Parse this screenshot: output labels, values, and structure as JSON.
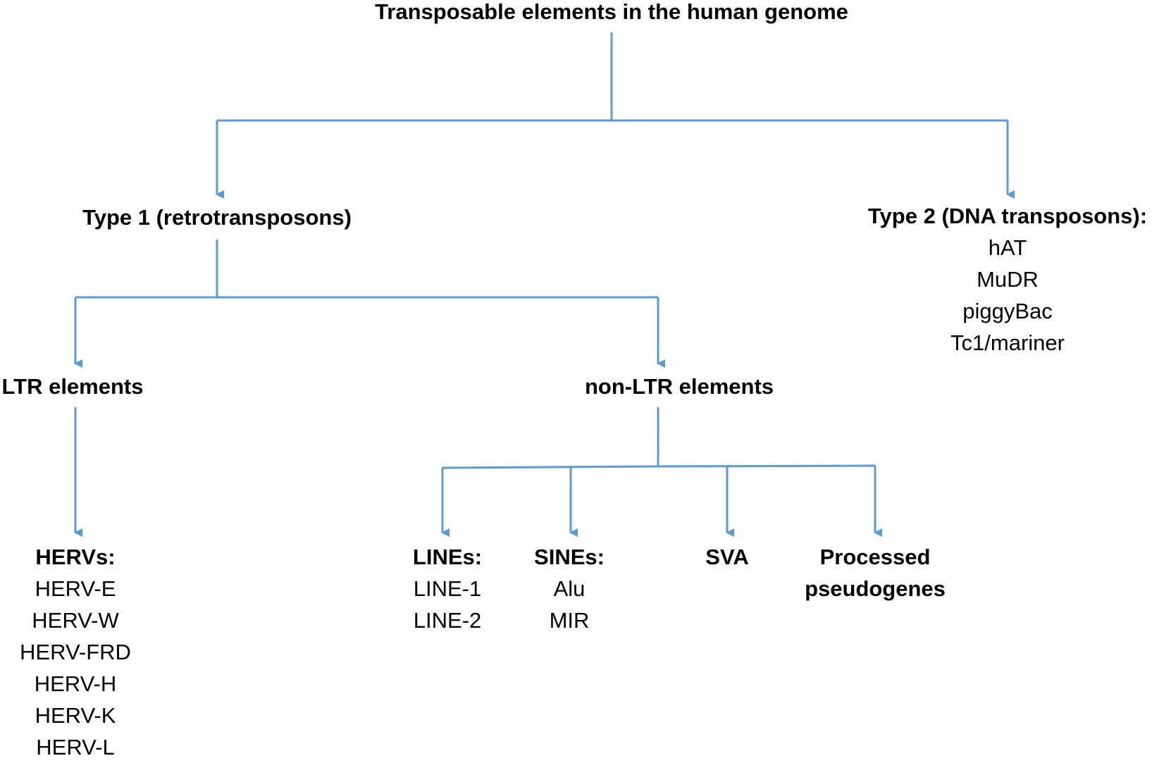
{
  "diagram": {
    "root": {
      "title": "Transposable elements in the human genome"
    },
    "type1": {
      "title": "Type 1 (retrotransposons)"
    },
    "type2": {
      "title": "Type 2 (DNA transposons):",
      "items": [
        "hAT",
        "MuDR",
        "piggyBac",
        "Tc1/mariner"
      ]
    },
    "ltr": {
      "title": "LTR elements"
    },
    "nonltr": {
      "title": "non-LTR elements"
    },
    "hervs": {
      "title": "HERVs:",
      "items": [
        "HERV-E",
        "HERV-W",
        "HERV-FRD",
        "HERV-H",
        "HERV-K",
        "HERV-L"
      ]
    },
    "lines": {
      "title": "LINEs:",
      "items": [
        "LINE-1",
        "LINE-2"
      ]
    },
    "sines": {
      "title": "SINEs:",
      "items": [
        "Alu",
        "MIR"
      ]
    },
    "sva": {
      "title": "SVA"
    },
    "processed": {
      "title_lines": [
        "Processed",
        "pseudogenes"
      ]
    }
  },
  "colors": {
    "connector": "#5b9bd5",
    "text": "#000000",
    "background": "#ffffff"
  }
}
